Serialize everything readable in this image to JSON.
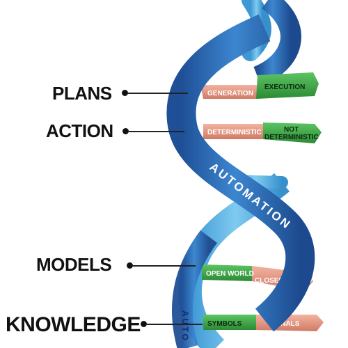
{
  "labels": {
    "plans": "PLANS",
    "action": "ACTION",
    "models": "MODELS",
    "knowledge": "KNOWLEDGE"
  },
  "rungs": [
    {
      "left": "GENERATION",
      "right": "EXECUTION",
      "left_color": "salmon",
      "right_color": "green"
    },
    {
      "left": "DETERMINISTIC",
      "right": "NOT DETERMINISTIC",
      "left_color": "salmon",
      "right_color": "green"
    },
    {
      "left": "OPEN WORLD",
      "right": "CLOSED WORLD",
      "left_color": "green",
      "right_color": "salmon"
    },
    {
      "left": "SYMBOLS",
      "right": "SIGNALS",
      "left_color": "green",
      "right_color": "salmon"
    }
  ],
  "strand_text": {
    "main": "AUTOMATION",
    "lower": "AUTO"
  },
  "colors": {
    "strand_dark": "#2f6fb8",
    "strand_light": "#5fb3e3",
    "green": "#3aa845",
    "salmon": "#e5907a"
  }
}
